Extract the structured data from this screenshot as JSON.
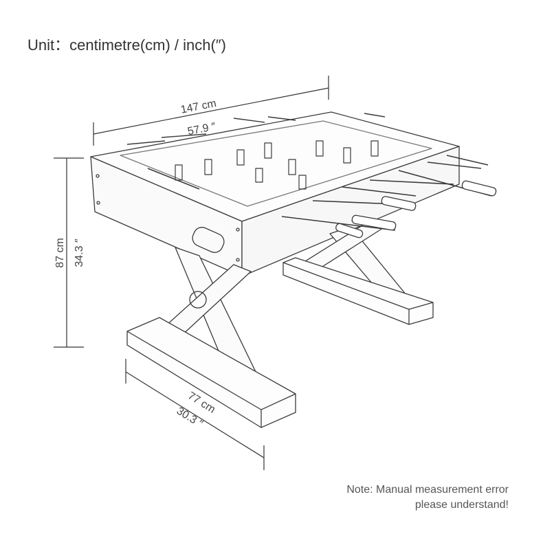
{
  "header": {
    "unit_label": "Unit：centimetre(cm) / inch(″)"
  },
  "dimensions": {
    "length_cm": "147 cm",
    "length_in": "57.9 ″",
    "height_cm": "87 cm",
    "height_in": "34.3 ″",
    "width_cm": "77 cm",
    "width_in": "30.3 ″"
  },
  "note": {
    "line1": "Note: Manual measurement error",
    "line2": "please understand!"
  },
  "colors": {
    "line": "#333333",
    "text": "#444444"
  }
}
